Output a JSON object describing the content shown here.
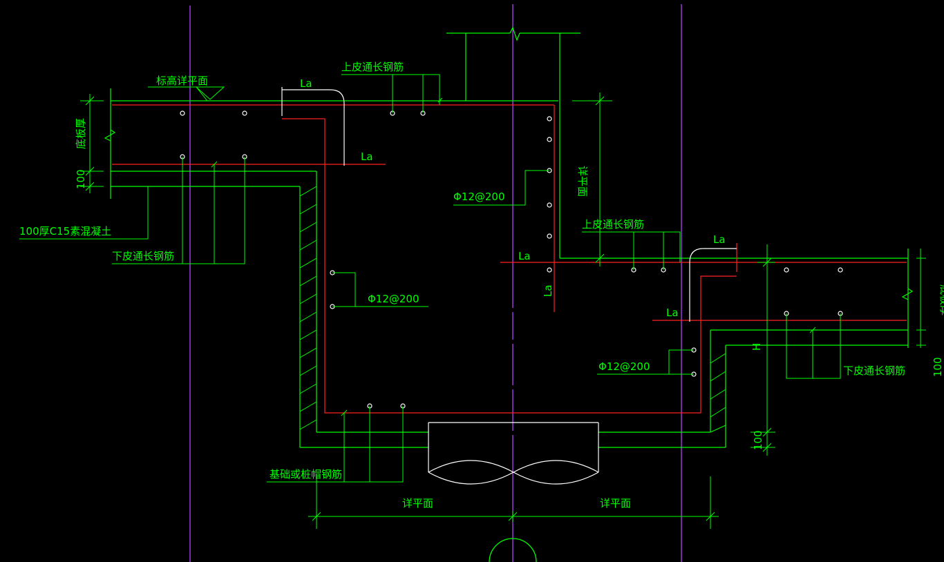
{
  "colors": {
    "background": "#000000",
    "line": "#00ff00",
    "rebar": "#ff2020",
    "axis": "#b040ff",
    "text": "#00ff00",
    "outline": "#ffffff"
  },
  "labels": {
    "elevation_ref": "标高详平面",
    "top_rebar_left": "上皮通长钢筋",
    "top_rebar_right": "上皮通长钢筋",
    "bottom_rebar_left": "下皮通长钢筋",
    "bottom_rebar_right": "下皮通长钢筋",
    "concrete_cushion": "100厚C15素混凝土",
    "slab_thickness_left": "底板厚",
    "slab_thickness_right": "底板厚",
    "dim_100_left": "100",
    "dim_100_right": "100",
    "dim_100_bottom": "100",
    "see_plan_vertical": "详平面",
    "see_plan_bottom_left": "详平面",
    "see_plan_bottom_right": "详平面",
    "rebar_spec_left": "Φ12@200",
    "rebar_spec_mid": "Φ12@200",
    "rebar_spec_right": "Φ12@200",
    "foundation_rebar": "基础或桩帽钢筋",
    "height_mark": "H",
    "la_1": "La",
    "la_2": "La",
    "la_3": "La",
    "la_4": "La",
    "la_5": "La",
    "la_6": "La"
  }
}
